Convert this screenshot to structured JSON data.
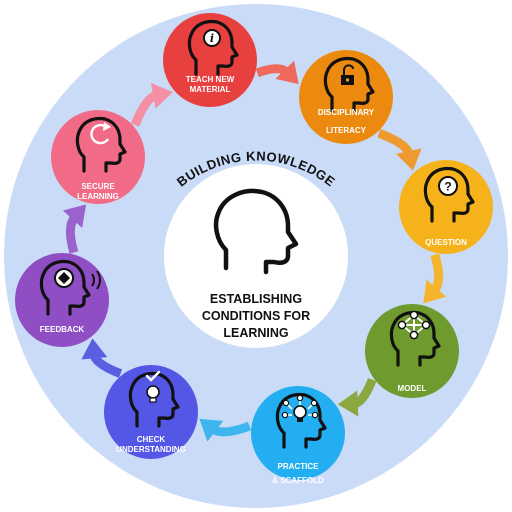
{
  "title_arc": "BUILDING KNOWLEDGE",
  "center": {
    "lines": [
      "ESTABLISHING",
      "CONDITIONS FOR",
      "LEARNING"
    ]
  },
  "stages": [
    {
      "id": "teach",
      "lines": [
        "TEACH NEW",
        "MATERIAL"
      ],
      "color": "#e8403f",
      "icon": "info-icon"
    },
    {
      "id": "literacy",
      "lines": [
        "DISCIPLINARY",
        "LITERACY"
      ],
      "color": "#ec8a10",
      "icon": "unlocked-padlock-icon"
    },
    {
      "id": "question",
      "lines": [
        "QUESTION"
      ],
      "color": "#f6b21a",
      "icon": "question-mark-icon"
    },
    {
      "id": "model",
      "lines": [
        "MODEL"
      ],
      "color": "#6e9a2e",
      "icon": "network-nodes-icon"
    },
    {
      "id": "practice",
      "lines": [
        "PRACTICE",
        "& SCAFFOLD"
      ],
      "color": "#22aef0",
      "icon": "lightbulb-network-icon"
    },
    {
      "id": "check",
      "lines": [
        "CHECK",
        "UNDERSTANDING"
      ],
      "color": "#5456e6",
      "icon": "lightbulb-check-icon"
    },
    {
      "id": "feedback",
      "lines": [
        "FEEDBACK"
      ],
      "color": "#8f4ec3",
      "icon": "diamond-signal-icon"
    },
    {
      "id": "secure",
      "lines": [
        "SECURE",
        "LEARNING"
      ],
      "color": "#f16b86",
      "icon": "refresh-arrow-icon"
    }
  ],
  "colors": {
    "ring": "#c9dbf6",
    "center_fill": "#ffffff",
    "arrow_teach_literacy": "#f06a5b",
    "arrow_literacy_question": "#ef9a2e",
    "arrow_question_model": "#f4b52c",
    "arrow_model_practice": "#8aa83f",
    "arrow_practice_check": "#3fb5ef",
    "arrow_check_feedback": "#5a5fe2",
    "arrow_feedback_secure": "#9a62cc",
    "arrow_secure_teach": "#f48fa4"
  }
}
